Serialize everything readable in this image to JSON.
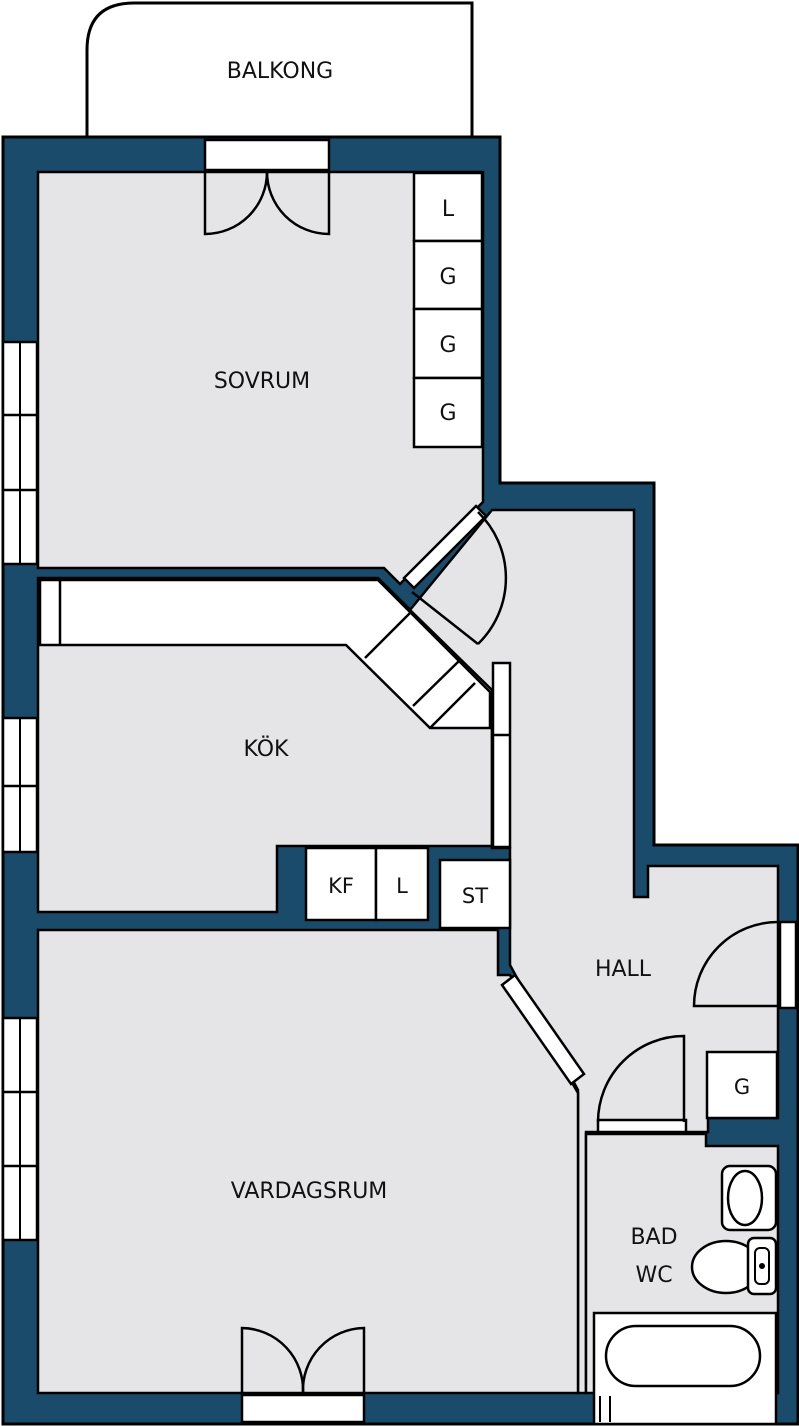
{
  "colors": {
    "wall": "#1b4b6b",
    "floor": "#e5e5e7",
    "outline": "#000000",
    "background": "#ffffff",
    "fixture": "#ffffff"
  },
  "rooms": {
    "balcony": "BALKONG",
    "bedroom": "SOVRUM",
    "kitchen": "KÖK",
    "living": "VARDAGSRUM",
    "hall": "HALL",
    "bath_line1": "BAD",
    "bath_line2": "WC"
  },
  "storage": {
    "bedroom_closets": [
      "L",
      "G",
      "G",
      "G"
    ],
    "kitchen_fridge": "KF",
    "kitchen_closet": "L",
    "hall_storage": "ST",
    "hall_wardrobe": "G"
  },
  "icons": [
    "door-swing-icon",
    "window-icon",
    "toilet-icon",
    "sink-icon",
    "bathtub-icon"
  ]
}
